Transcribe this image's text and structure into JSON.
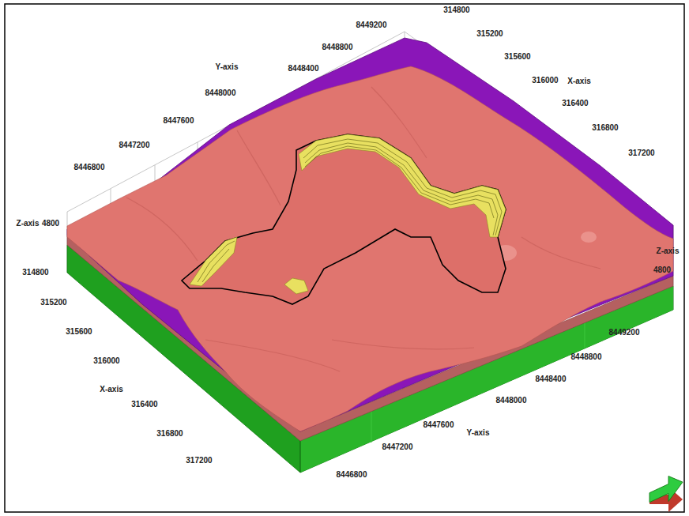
{
  "diagram": {
    "labels": [
      "8449200",
      "8448800",
      "Y-axis",
      "8448400",
      "8448000",
      "8447600",
      "8447200",
      "8446800",
      "314800",
      "315200",
      "315600",
      "316000",
      "X-axis",
      "316400",
      "316800",
      "317200",
      "Z-axis",
      "4800",
      "Z-axis",
      "4800",
      "314800",
      "315200",
      "315600",
      "316000",
      "X-axis",
      "316400",
      "316800",
      "317200",
      "8449200",
      "8448800",
      "8448400",
      "8448000",
      "8447600",
      "Y-axis",
      "8447200",
      "8446800"
    ]
  }
}
